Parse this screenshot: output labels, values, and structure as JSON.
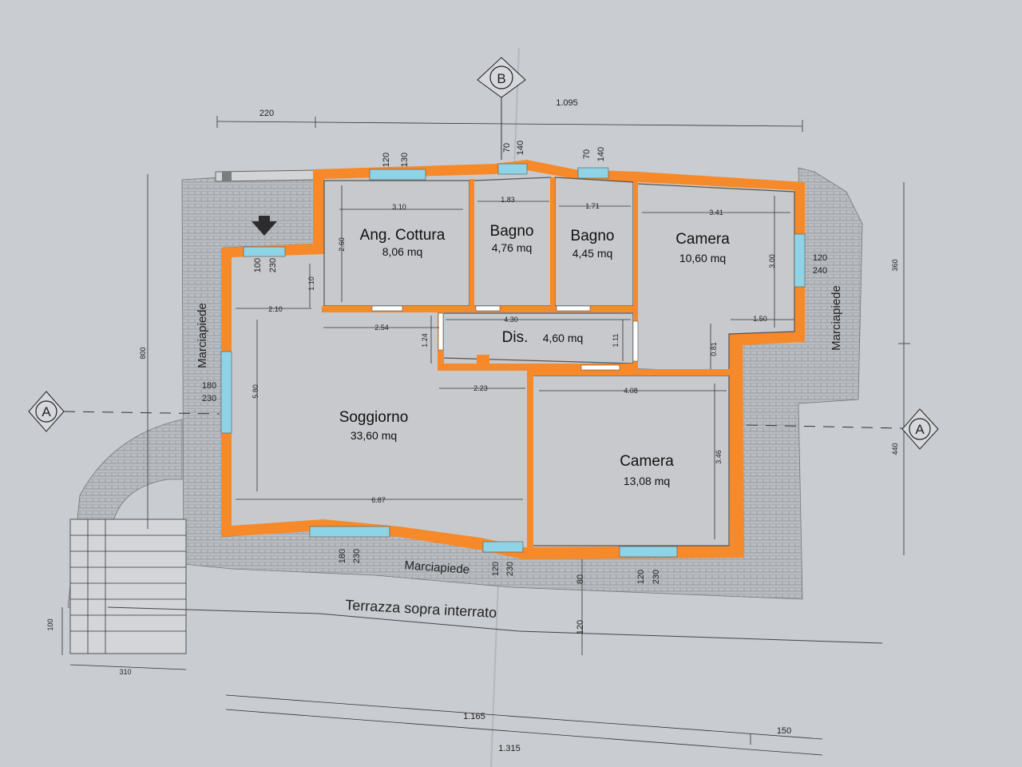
{
  "rooms": {
    "kitchen": {
      "name": "Ang. Cottura",
      "area": "8,06 mq"
    },
    "bath1": {
      "name": "Bagno",
      "area": "4,76 mq"
    },
    "bath2": {
      "name": "Bagno",
      "area": "4,45 mq"
    },
    "bed1": {
      "name": "Camera",
      "area": "10,60 mq"
    },
    "hall": {
      "name": "Dis.",
      "area": "4,60 mq"
    },
    "living": {
      "name": "Soggiorno",
      "area": "33,60 mq"
    },
    "bed2": {
      "name": "Camera",
      "area": "13,08 mq"
    }
  },
  "labels": {
    "sidewalk_left": "Marciapiede",
    "sidewalk_right": "Marciapiede",
    "sidewalk_bottom": "Marciapiede",
    "terrace": "Terrazza sopra interrato",
    "section_b": "B",
    "section_a_left": "A",
    "section_a_right": "A"
  },
  "outer_dims": {
    "top_left": "220",
    "top_right": "1.095",
    "left_height": "800",
    "right_top": "360",
    "right_bottom": "440",
    "bottom_total": "1.165",
    "bottom_overall": "1.315",
    "bottom_right": "150",
    "stair_width": "310",
    "stair_height": "100",
    "terrace_80": "80",
    "terrace_120": "120"
  },
  "inner_dims": {
    "kitchen_w": "3.10",
    "kitchen_h": "2.60",
    "bath1_w": "1.83",
    "bath2_w": "1.71",
    "bed1_w": "3.41",
    "bed1_h": "3.00",
    "bed1_step": "1.50",
    "bed1_081": "0.81",
    "entry_h": "1.10",
    "entry_w": "2.10",
    "hall_w": "4.30",
    "hall_254": "2.54",
    "hall_124": "1.24",
    "hall_111": "1.11",
    "living_h": "5.80",
    "living_w": "6.87",
    "living_223": "2.23",
    "bed2_w": "4.08",
    "bed2_h": "3.46"
  },
  "openings": {
    "kitchen_win": [
      "120",
      "130"
    ],
    "bath1_win": [
      "70",
      "140"
    ],
    "bath2_win": [
      "70",
      "140"
    ],
    "bed1_win": [
      "120",
      "240"
    ],
    "entry_door": [
      "100",
      "230"
    ],
    "living_side": [
      "180",
      "230"
    ],
    "living_bottom": [
      "180",
      "230"
    ],
    "corner_win": [
      "120",
      "230"
    ],
    "bed2_win": [
      "120",
      "230"
    ]
  }
}
